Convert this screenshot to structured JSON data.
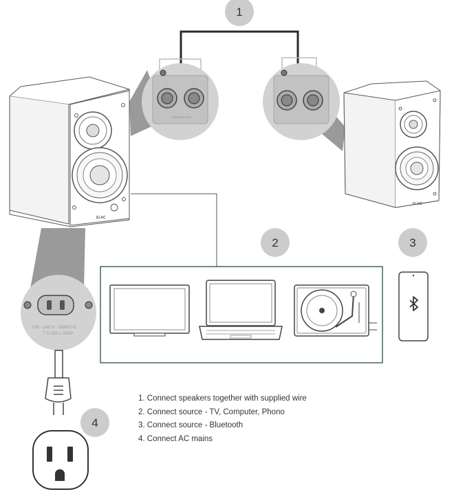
{
  "badges": [
    "1",
    "2",
    "3",
    "4"
  ],
  "steps": [
    "1.  Connect speakers together with supplied wire",
    "2. Connect source - TV, Computer, Phono",
    "3. Connect source - Bluetooth",
    "4. Connect AC mains"
  ],
  "speaker_panel": {
    "terminal_minus": "—",
    "terminal_plus": "+",
    "label": "SPEAKER OUT"
  },
  "power_rating": [
    "120 - 240 V~  50/60 Hz",
    "T 3.15A L 250V"
  ],
  "brand_logo": "ELAC",
  "colors": {
    "badge": "#cccccc",
    "cable": "#2a2a2a",
    "outline": "#555555",
    "source_box_border": "#1f3d34",
    "zoom_cone": "#999999"
  },
  "icons": [
    "tv-icon",
    "laptop-icon",
    "turntable-icon",
    "phone-icon",
    "bluetooth-icon",
    "power-plug-icon",
    "wall-outlet-icon"
  ]
}
